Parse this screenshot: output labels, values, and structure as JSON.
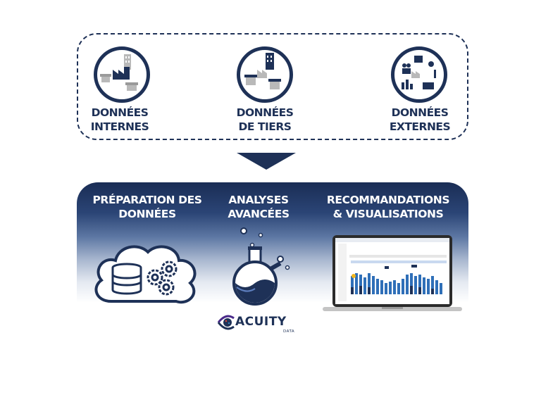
{
  "sources": [
    {
      "label": "DONNÉES\nINTERNES",
      "icon": "factory-buildings-icon"
    },
    {
      "label": "DONNÉES\nDE TIERS",
      "icon": "shop-factory-icon"
    },
    {
      "label": "DONNÉES\nEXTERNES",
      "icon": "external-data-icon"
    }
  ],
  "steps": [
    {
      "label": "PRÉPARATION DES\nDONNÉES",
      "icon": "database-cloud-gears-icon"
    },
    {
      "label": "ANALYSES\nAVANCÉES",
      "icon": "flask-icon"
    },
    {
      "label": "RECOMMANDATIONS\n& VISUALISATIONS",
      "icon": "laptop-dashboard-icon"
    }
  ],
  "logo": {
    "name": "ACUITY",
    "sub": "DATA"
  },
  "colors": {
    "navy": "#1e3157",
    "blue": "#2f6fb8",
    "light_blue": "#c9d9f0",
    "grey": "#b9b9b9"
  }
}
